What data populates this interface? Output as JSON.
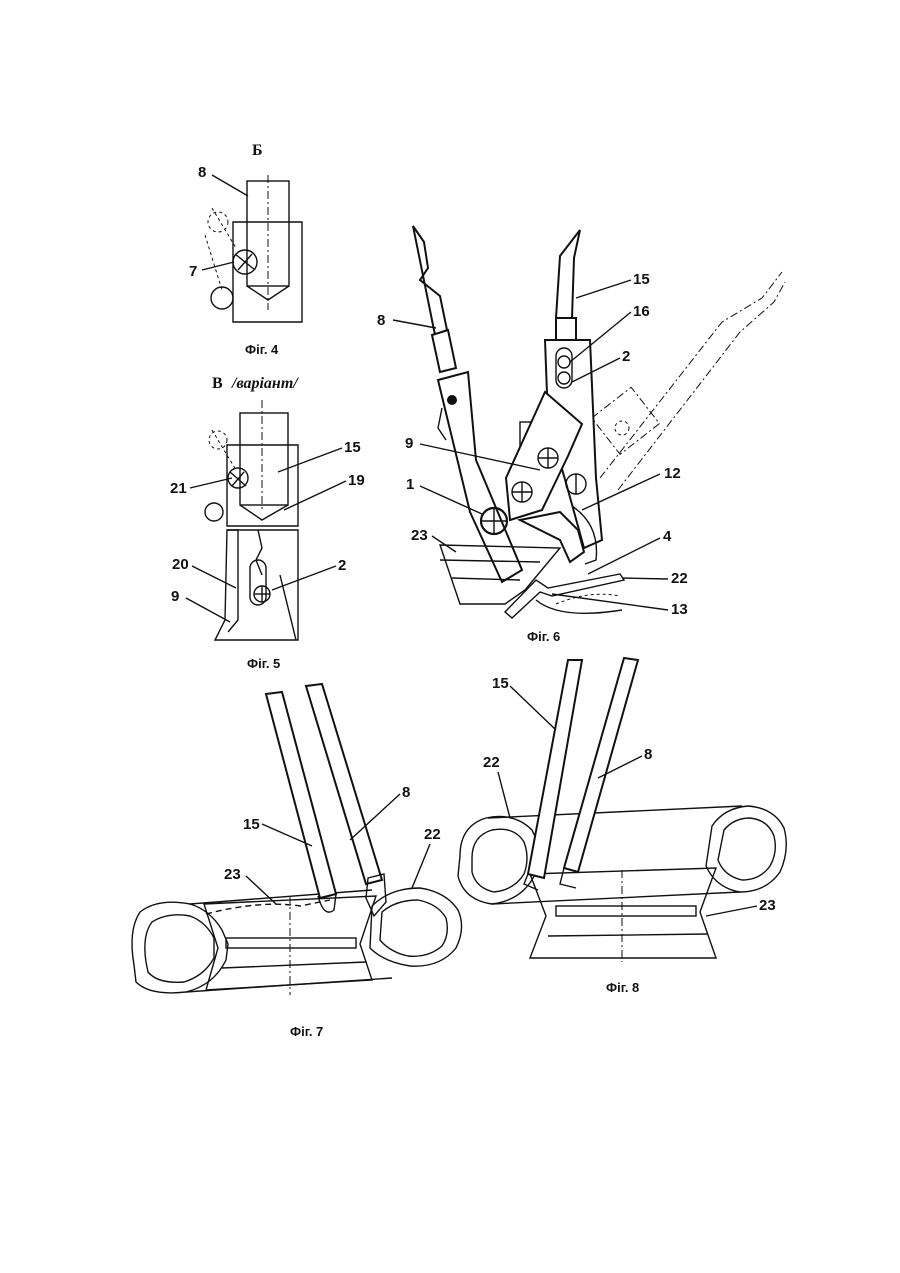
{
  "figures": {
    "fig4": {
      "view_letter": "Б",
      "caption": "Фiг. 4",
      "labels": [
        "8",
        "7"
      ]
    },
    "fig5": {
      "view_letter": "В",
      "view_note": "/варiант/",
      "caption": "Фiг. 5",
      "labels": [
        "15",
        "21",
        "19",
        "20",
        "2",
        "9"
      ]
    },
    "fig6": {
      "caption": "Фiг. 6",
      "labels": [
        "15",
        "16",
        "8",
        "2",
        "9",
        "12",
        "1",
        "23",
        "4",
        "22",
        "13"
      ]
    },
    "fig7": {
      "caption": "Фiг. 7",
      "labels": [
        "15",
        "8",
        "23",
        "22"
      ]
    },
    "fig8": {
      "caption": "Фiг. 8",
      "labels": [
        "15",
        "22",
        "8",
        "23"
      ]
    }
  }
}
